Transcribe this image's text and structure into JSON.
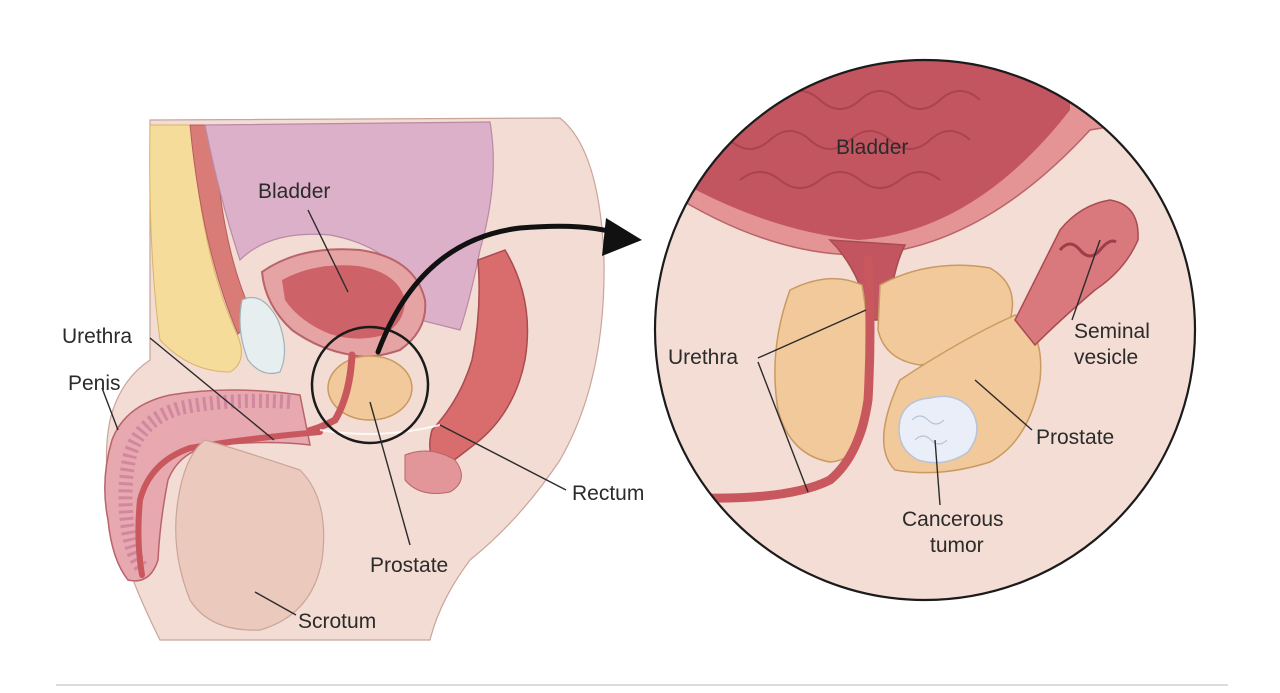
{
  "left_view": {
    "labels": {
      "bladder": "Bladder",
      "urethra": "Urethra",
      "penis": "Penis",
      "prostate": "Prostate",
      "rectum": "Rectum",
      "scrotum": "Scrotum"
    }
  },
  "right_view": {
    "labels": {
      "bladder": "Bladder",
      "urethra": "Urethra",
      "seminal_vesicle_line1": "Seminal",
      "seminal_vesicle_line2": "vesicle",
      "prostate": "Prostate",
      "tumor_line1": "Cancerous",
      "tumor_line2": "tumor"
    }
  },
  "colors": {
    "skin": "#f3dcd3",
    "bladder_lilac": "#d9a8c4",
    "muscle_red": "#c9575e",
    "prostate_tan": "#f2c99a",
    "fat_yellow": "#f5dc9a",
    "tumor_white": "#e9eef8",
    "outline": "#2b2b2b"
  }
}
